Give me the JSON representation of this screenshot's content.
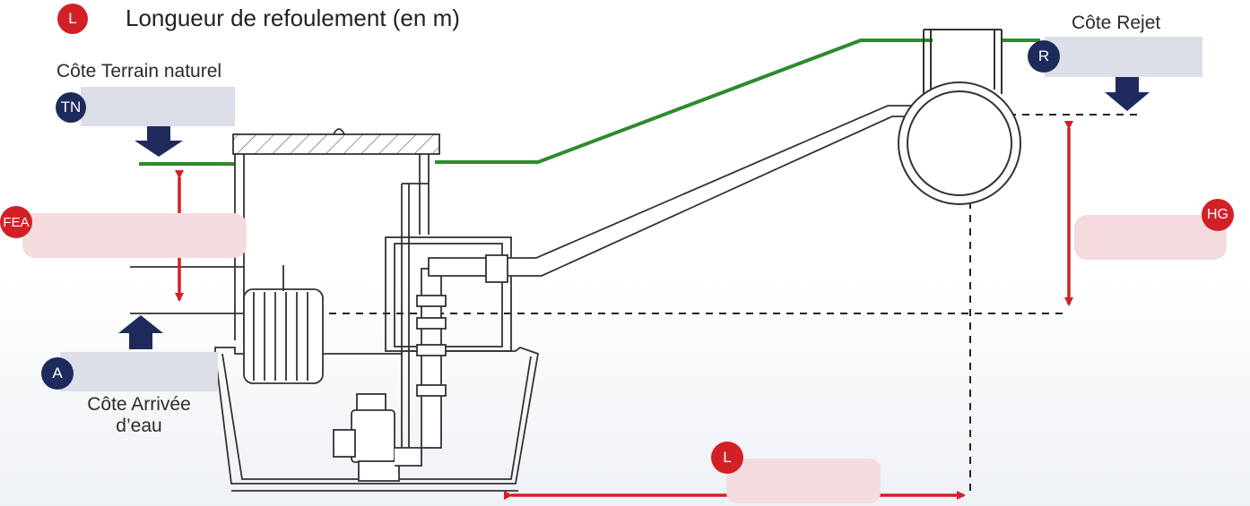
{
  "title": {
    "badge": "L",
    "text": "Longueur de refoulement (en m)"
  },
  "labels": {
    "terrain_naturel": "Côte Terrain naturel",
    "rejet": "Côte Rejet",
    "arrivee_line1": "Côte Arrivée",
    "arrivee_line2": "d’eau"
  },
  "badges": {
    "tn": "TN",
    "r": "R",
    "fea": "FEA",
    "hg": "HG",
    "a": "A",
    "l": "L"
  },
  "colors": {
    "navy": "#1f2a5c",
    "red": "#d32027",
    "green": "#2e8b2e",
    "field_gray": "#dcdee8",
    "field_pink": "#f4dcde"
  }
}
